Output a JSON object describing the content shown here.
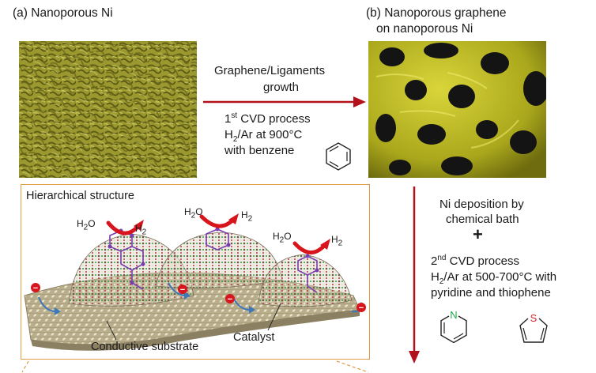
{
  "panel_a": {
    "title": "(a) Nanoporous Ni"
  },
  "panel_b": {
    "title_line1": "(b) Nanoporous graphene",
    "title_line2": "on nanoporous Ni"
  },
  "step1": {
    "label_line1": "Graphene/Ligaments",
    "label_line2": "growth",
    "cvd_prefix": "1",
    "cvd_sup": "st",
    "cvd_suffix": " CVD process",
    "gas_h": "H",
    "gas_sub": "2",
    "gas_rest": "/Ar at 900°C",
    "precursor": "with benzene"
  },
  "step2": {
    "deposit_line1": "Ni deposition by",
    "deposit_line2": "chemical bath",
    "plus": "+",
    "cvd_prefix": "2",
    "cvd_sup": "nd",
    "cvd_suffix": " CVD process",
    "gas_h": "H",
    "gas_sub": "2",
    "gas_rest": "/Ar at 500-700°C with",
    "precursor": "pyridine and thiophene",
    "pyridine_atom": "N",
    "thiophene_atom": "S"
  },
  "hierarchical": {
    "title": "Hierarchical structure",
    "water": [
      "H",
      "2",
      "O"
    ],
    "hydrogen": [
      "H",
      "2"
    ],
    "substrate_label": "Conductive substrate",
    "catalyst_label": "Catalyst",
    "electron_symbol": "−"
  },
  "colors": {
    "arrow": "#b3121a",
    "box_border": "#e39a4a",
    "ni_surface": "#8d8b2c",
    "graphene": "#c4c124",
    "substrate": "#b3a886",
    "electron": "#d8141c",
    "curve_arrow": "#3d78b8",
    "nitrogen": "#1fa84a",
    "sulfur": "#d9262c"
  }
}
